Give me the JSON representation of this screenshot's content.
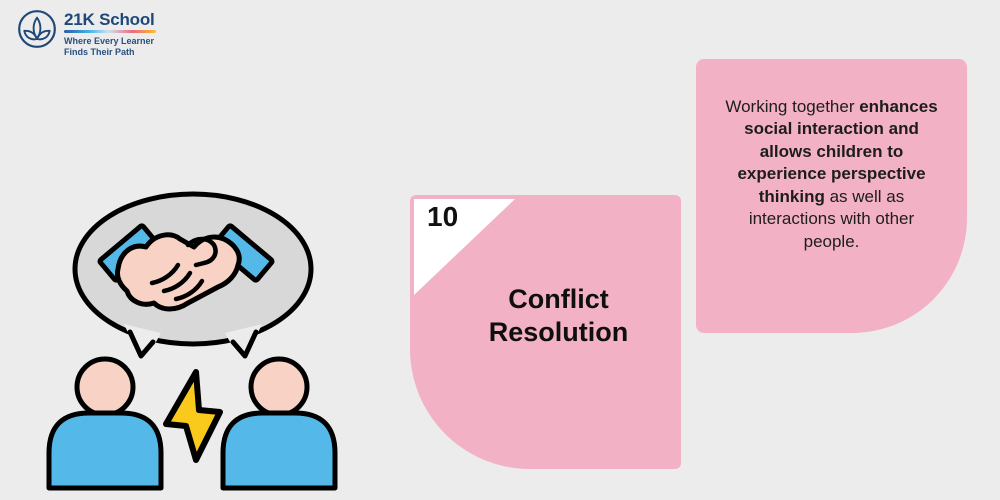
{
  "page": {
    "background": "#ececec"
  },
  "logo": {
    "brand": "21K School",
    "tagline_line1": "Where Every Learner",
    "tagline_line2": "Finds Their Path",
    "brand_color": "#1e4878",
    "underline_gradient": [
      "#2a5ba9",
      "#3fb9e9",
      "#cfe0ee",
      "#ef6a7d",
      "#fdbd2b"
    ]
  },
  "topic_card": {
    "number": "10",
    "title": "Conflict Resolution",
    "background": "#f3b1c5",
    "corner_color": "#ffffff"
  },
  "description_card": {
    "background": "#f3b1c5",
    "text_regular_start": "Working together ",
    "text_bold": "enhances social interaction and allows children to experience perspective thinking",
    "text_regular_end": " as well as interactions with other people."
  },
  "illustration": {
    "speech_bubble_color": "#d8d8d8",
    "skin_color": "#f8d3c5",
    "sleeve_color": "#54b9e9",
    "shirt_color": "#54b9e9",
    "lightning_color": "#f9c91c",
    "outline_color": "#000000"
  }
}
